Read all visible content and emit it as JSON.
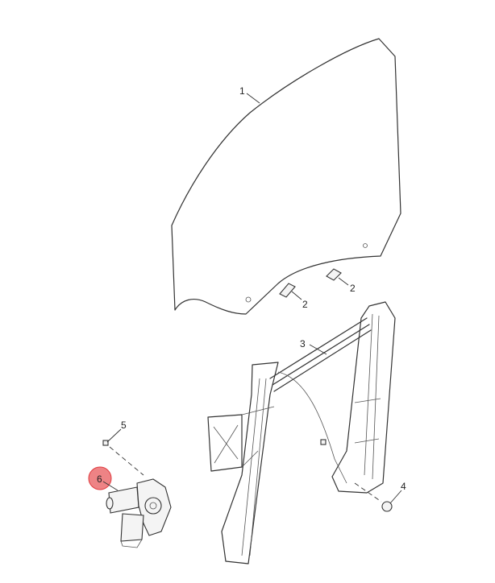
{
  "diagram": {
    "callouts": [
      {
        "label": "1",
        "part": "window-glass"
      },
      {
        "label": "2",
        "part": "glass-clip-left"
      },
      {
        "label": "2",
        "part": "glass-clip-right"
      },
      {
        "label": "3",
        "part": "window-regulator"
      },
      {
        "label": "4",
        "part": "nut"
      },
      {
        "label": "5",
        "part": "screw"
      },
      {
        "label": "6",
        "part": "window-motor",
        "highlighted": true
      }
    ],
    "highlight_color": "#e8595c"
  }
}
